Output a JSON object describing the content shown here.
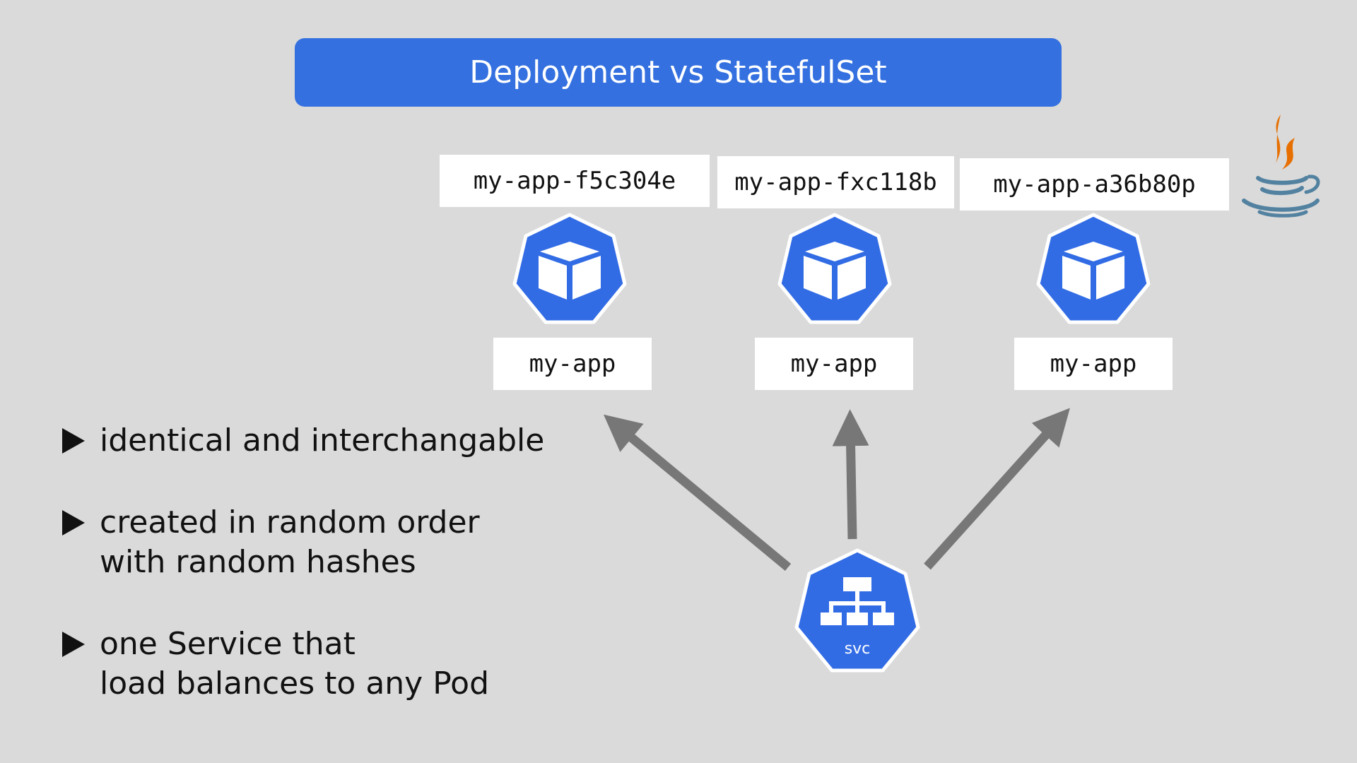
{
  "title": "Deployment vs StatefulSet",
  "pods": [
    {
      "name": "my-app-f5c304e",
      "app": "my-app"
    },
    {
      "name": "my-app-fxc118b",
      "app": "my-app"
    },
    {
      "name": "my-app-a36b80p",
      "app": "my-app"
    }
  ],
  "service": {
    "label": "svc"
  },
  "bullets": [
    {
      "lines": [
        "identical and interchangable"
      ]
    },
    {
      "lines": [
        "created in random order",
        "with random hashes"
      ]
    },
    {
      "lines": [
        "one Service that",
        "load balances to any Pod"
      ]
    }
  ],
  "colors": {
    "background": "#dadada",
    "accent": "#3470e0",
    "k8s_blue": "#326ce5",
    "arrow": "#777777",
    "java_orange": "#e76f00",
    "java_blue": "#5382a1"
  },
  "icons": [
    "pod-icon",
    "service-icon",
    "java-logo"
  ]
}
